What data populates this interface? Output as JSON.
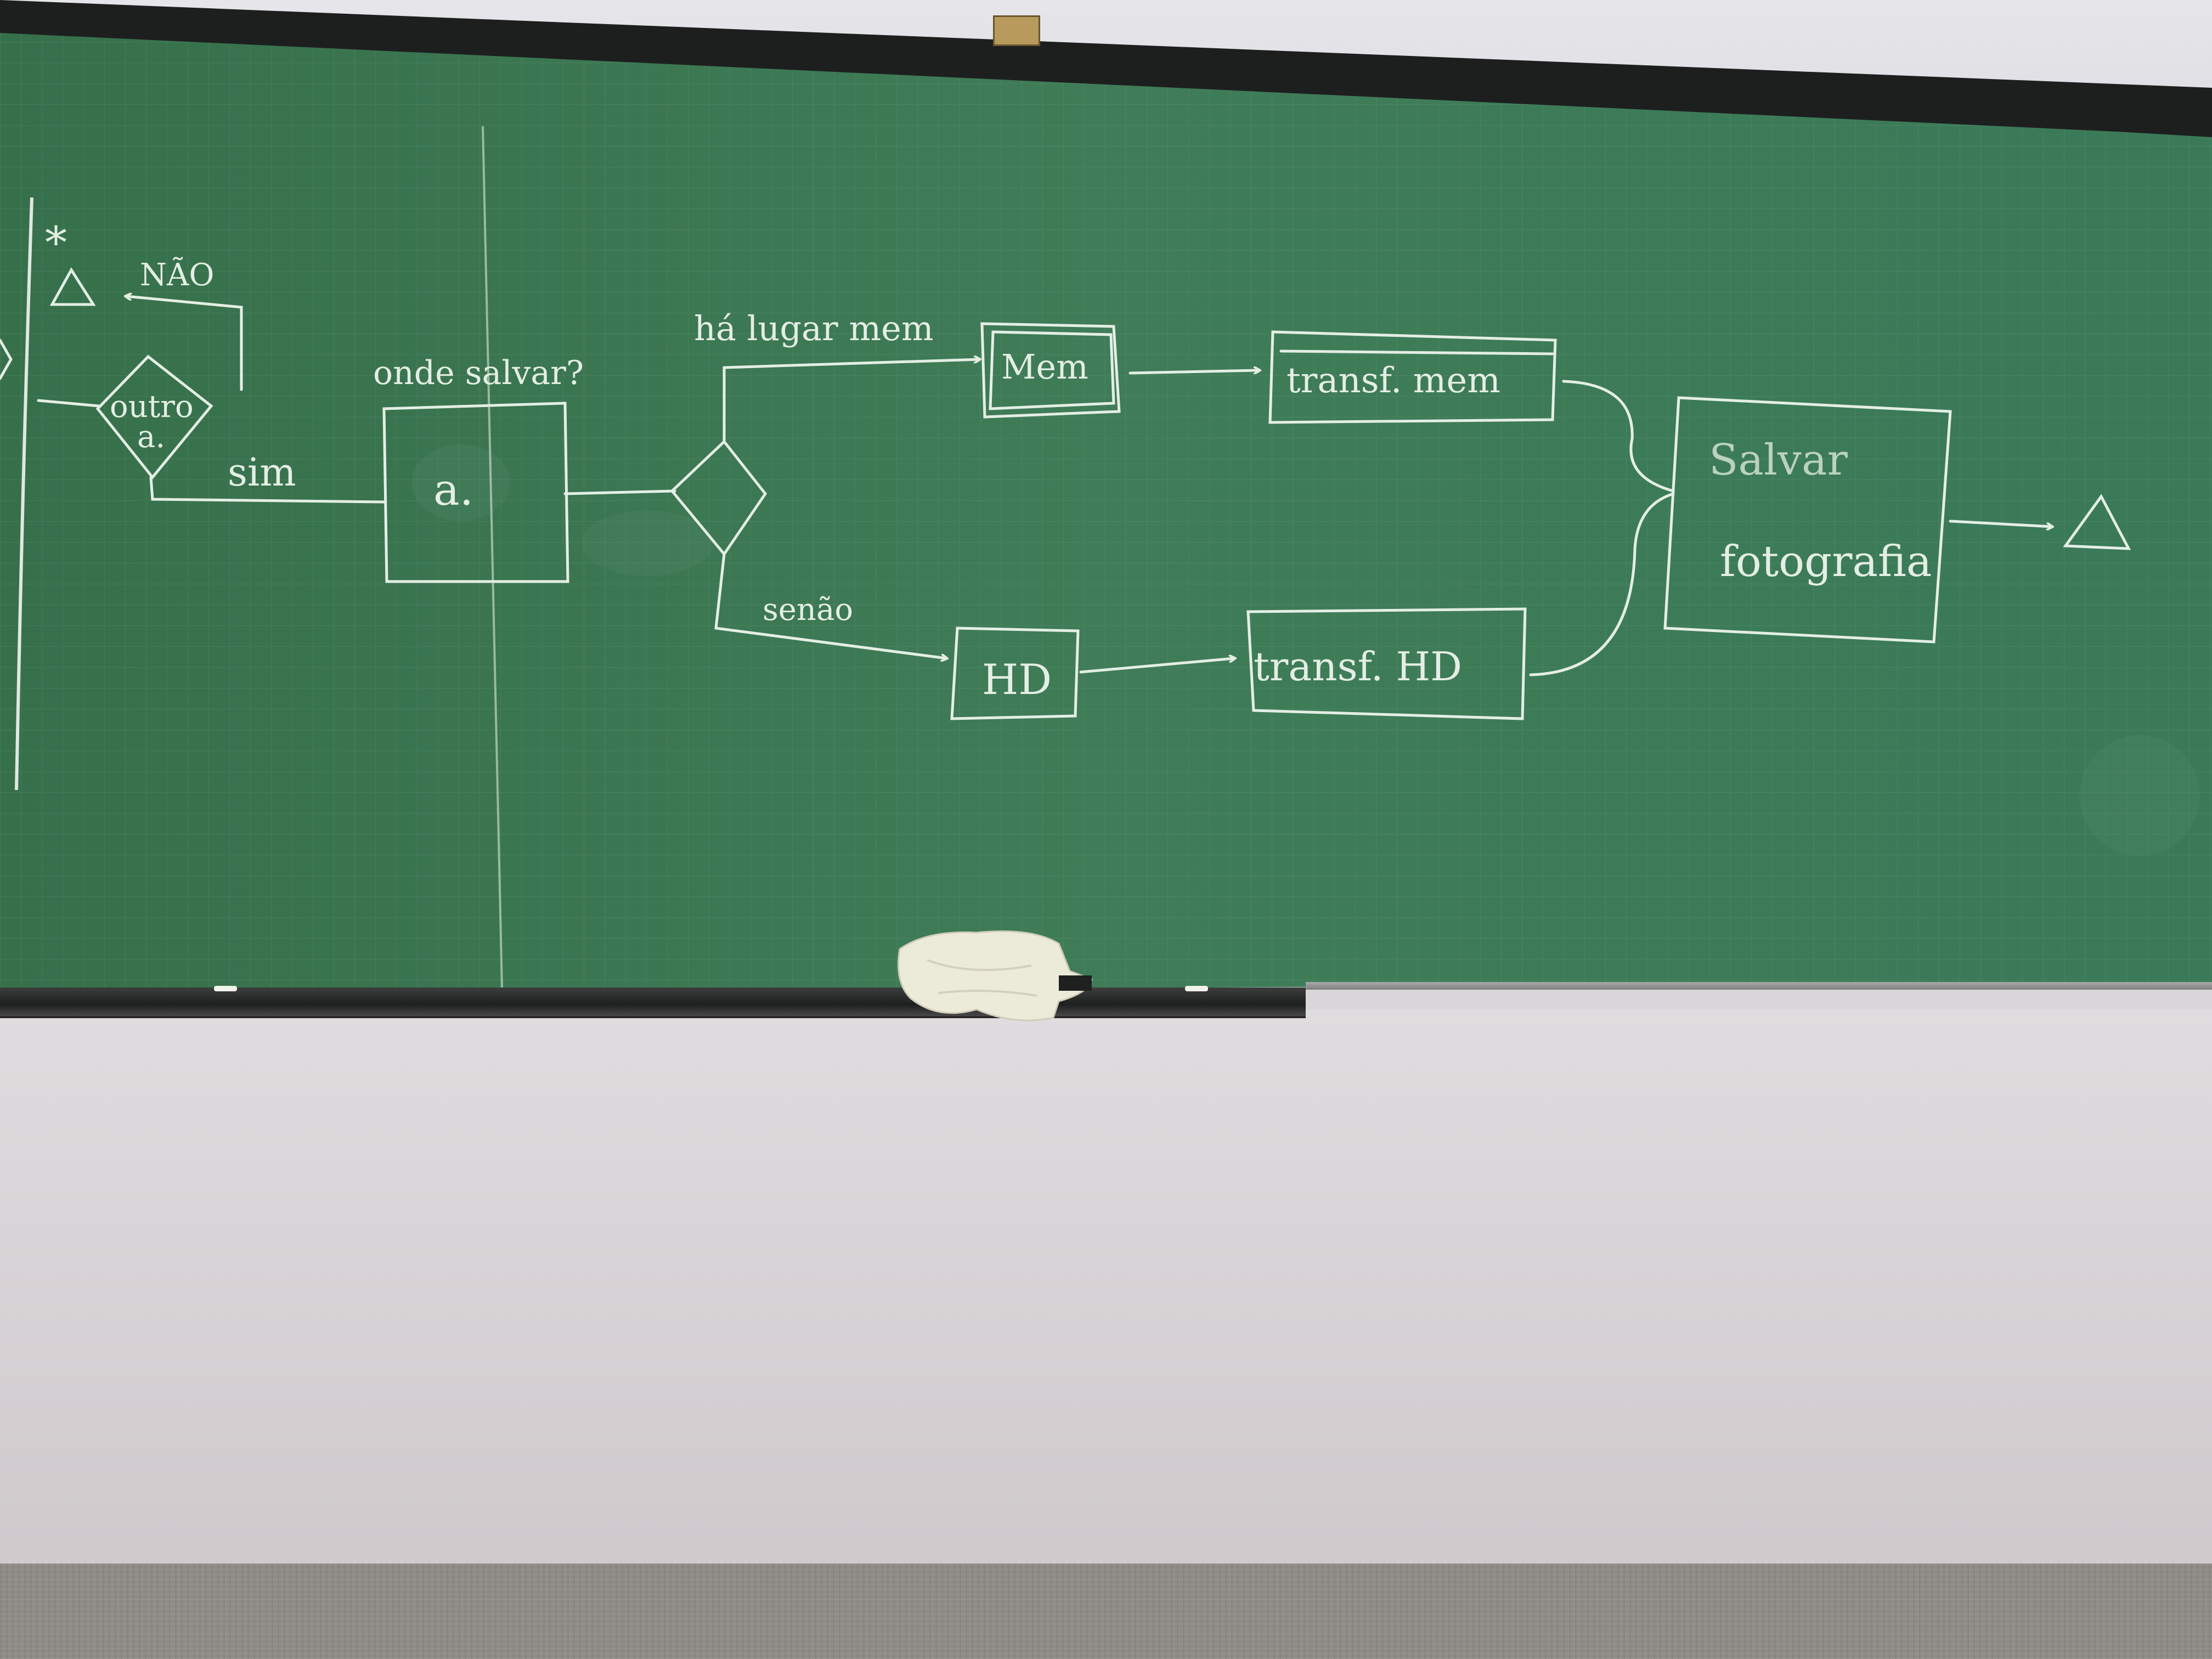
{
  "scene": {
    "description_free": true,
    "colors": {
      "board": "#3f7a55",
      "chalk": "#e4eee4",
      "wall": "#d8d6d9",
      "frame": "#1d1f1f"
    }
  },
  "diagram": {
    "labels": {
      "nao": "NÃO",
      "asterisk": "*",
      "outro": "outro",
      "outro_a": "a.",
      "sim": "sim",
      "onde_salvar": "onde salvar?",
      "box_a": "a.",
      "ha_lugar": "há lugar mem",
      "mem": "Mem",
      "transf_mem": "transf. mem",
      "senao": "senão",
      "hd": "HD",
      "transf_hd": "transf. HD",
      "salvar": "Salvar",
      "fotografia": "fotografia"
    }
  }
}
